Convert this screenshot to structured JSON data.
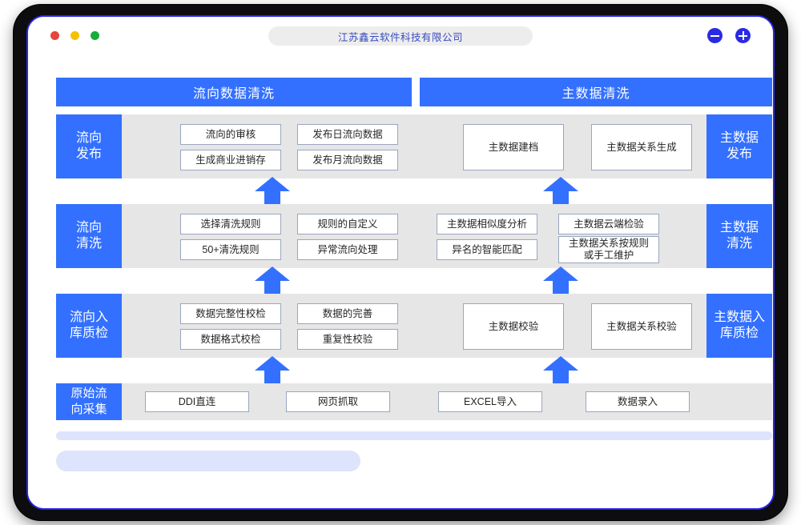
{
  "window": {
    "title": "江苏鑫云软件科技有限公司",
    "traffic_lights": [
      "close-dot",
      "minimize-dot",
      "maximize-dot"
    ],
    "controls": [
      {
        "name": "minus-button",
        "glyph": "−"
      },
      {
        "name": "plus-button",
        "glyph": "+"
      }
    ]
  },
  "colors": {
    "accent_blue": "#3370ff",
    "band_gray": "#e6e6e6",
    "box_border": "#9aa6bf",
    "placeholder_blue": "#dde4fb",
    "title_text": "#3b4cc0"
  },
  "headers": {
    "left": "流向数据清洗",
    "right": "主数据清洗"
  },
  "rows": [
    {
      "left_stage": "流向\n发布",
      "right_stage": "主数据\n发布",
      "left_boxes": [
        "流向的审核",
        "发布日流向数据",
        "生成商业进销存",
        "发布月流向数据"
      ],
      "right_boxes": [
        "主数据建档",
        "主数据关系生成"
      ]
    },
    {
      "left_stage": "流向\n清洗",
      "right_stage": "主数据\n清洗",
      "left_boxes": [
        "选择清洗规则",
        "规则的自定义",
        "50+清洗规则",
        "异常流向处理"
      ],
      "right_boxes": [
        "主数据相似度分析",
        "主数据云端检验",
        "异名的智能匹配",
        "主数据关系按规则\n或手工维护"
      ]
    },
    {
      "left_stage": "流向入\n库质检",
      "right_stage": "主数据入\n库质检",
      "left_boxes": [
        "数据完整性校检",
        "数据的完善",
        "数据格式校检",
        "重复性校验"
      ],
      "right_boxes": [
        "主数据校验",
        "主数据关系校验"
      ]
    },
    {
      "left_stage": "原始流\n向采集",
      "right_stage": "",
      "left_boxes": [
        "DDI直连",
        "网页抓取"
      ],
      "right_boxes": [
        "EXCEL导入",
        "数据录入"
      ]
    }
  ],
  "arrows": {
    "count": 6,
    "direction": "up",
    "label": "flow-up-arrow"
  }
}
